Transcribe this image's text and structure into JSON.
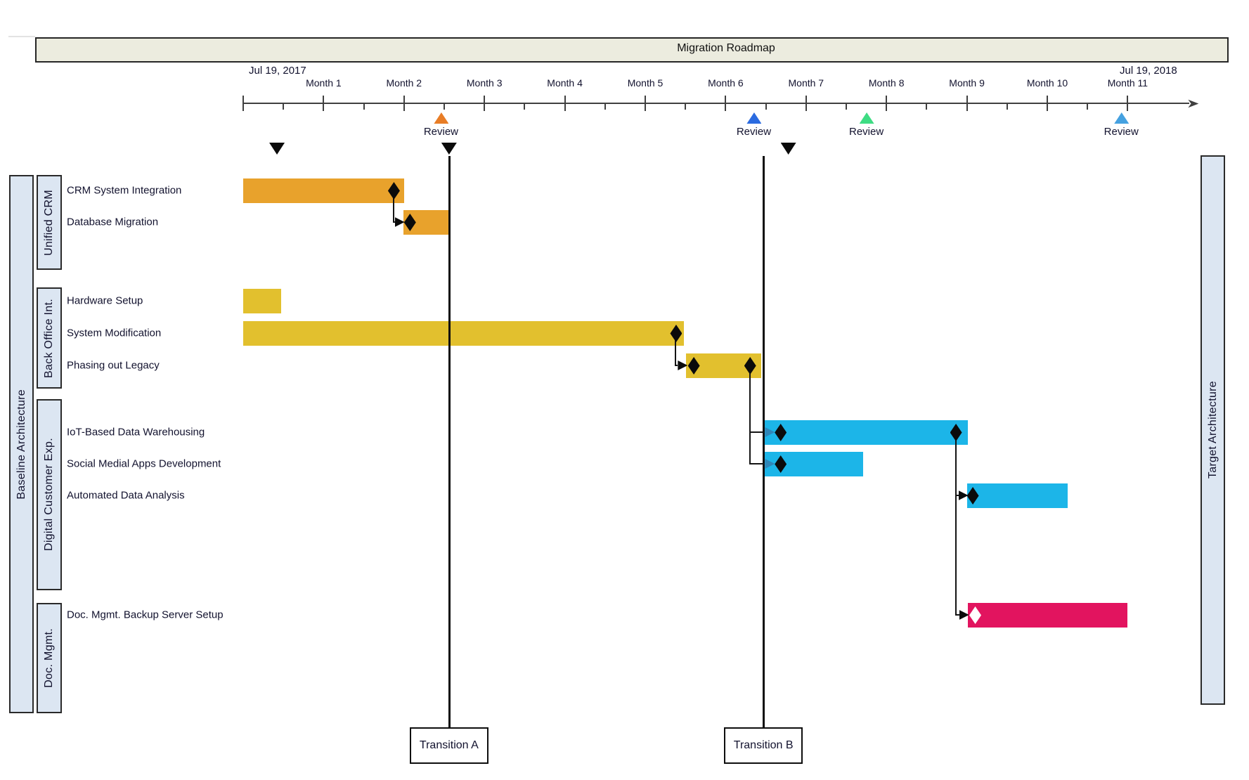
{
  "title": "Migration Roadmap",
  "left_panel_label": "Baseline Architecture",
  "right_panel_label": "Target Architecture",
  "chart_data": {
    "type": "bar",
    "subtype": "gantt-roadmap",
    "time_axis": {
      "start_label": "Jul 19, 2017",
      "end_label": "Jul 19, 2018",
      "unit": "month",
      "range_months": [
        0,
        11
      ],
      "tick_labels": [
        "Month 1",
        "Month 2",
        "Month 3",
        "Month 4",
        "Month 5",
        "Month 6",
        "Month 7",
        "Month 8",
        "Month 9",
        "Month 10",
        "Month 11"
      ],
      "minor_ticks": "half-month"
    },
    "reviews": [
      {
        "label": "Review",
        "month": 2.46,
        "color": "#e87d26"
      },
      {
        "label": "Review",
        "month": 6.35,
        "color": "#2b6be0"
      },
      {
        "label": "Review",
        "month": 7.75,
        "color": "#3edc83"
      },
      {
        "label": "Review",
        "month": 10.92,
        "color": "#45a1e0"
      }
    ],
    "event_marker_months": [
      0.42,
      2.56,
      6.78
    ],
    "transitions": [
      {
        "label": "Transition A",
        "month": 2.56
      },
      {
        "label": "Transition B",
        "month": 6.47
      }
    ],
    "groups": [
      {
        "label": "Unified CRM"
      },
      {
        "label": "Back Office Int."
      },
      {
        "label": "Digital Customer Exp."
      },
      {
        "label": "Doc. Mgmt."
      }
    ],
    "tasks": [
      {
        "name": "CRM System Integration",
        "group": "Unified CRM",
        "start_month": 0.0,
        "end_month": 2.0,
        "color": "#e8a22c",
        "milestones": [
          {
            "month": 1.87,
            "color": "#0b0b0b"
          }
        ]
      },
      {
        "name": "Database Migration",
        "group": "Unified CRM",
        "start_month": 1.99,
        "end_month": 2.55,
        "color": "#e8a22c",
        "milestones": [
          {
            "month": 2.07,
            "color": "#0b0b0b"
          }
        ]
      },
      {
        "name": "Hardware Setup",
        "group": "Back Office Int.",
        "start_month": 0.0,
        "end_month": 0.47,
        "color": "#e2c02e",
        "milestones": []
      },
      {
        "name": "System Modification",
        "group": "Back Office Int.",
        "start_month": 0.0,
        "end_month": 5.48,
        "color": "#e2c02e",
        "milestones": [
          {
            "month": 5.38,
            "color": "#0b0b0b"
          }
        ]
      },
      {
        "name": "Phasing out Legacy",
        "group": "Back Office Int.",
        "start_month": 5.51,
        "end_month": 6.44,
        "color": "#e2c02e",
        "milestones": [
          {
            "month": 5.6,
            "color": "#0b0b0b"
          },
          {
            "month": 6.3,
            "color": "#0b0b0b"
          }
        ]
      },
      {
        "name": "IoT-Based Data Warehousing",
        "group": "Digital Customer Exp.",
        "start_month": 6.49,
        "end_month": 9.01,
        "color": "#1cb5e8",
        "milestones": [
          {
            "month": 6.68,
            "color": "#0b0b0b"
          },
          {
            "month": 8.86,
            "color": "#0b0b0b"
          }
        ]
      },
      {
        "name": "Social Medial Apps Development",
        "group": "Digital Customer Exp.",
        "start_month": 6.49,
        "end_month": 7.71,
        "color": "#1cb5e8",
        "milestones": [
          {
            "month": 6.68,
            "color": "#0b0b0b"
          }
        ]
      },
      {
        "name": "Automated Data Analysis",
        "group": "Digital Customer Exp.",
        "start_month": 9.0,
        "end_month": 10.25,
        "color": "#1cb5e8",
        "milestones": [
          {
            "month": 9.07,
            "color": "#0b0b0b"
          }
        ]
      },
      {
        "name": "Doc. Mgmt. Backup Server Setup",
        "group": "Doc. Mgmt.",
        "start_month": 9.01,
        "end_month": 11.0,
        "color": "#e2145f",
        "milestones": [
          {
            "month": 9.1,
            "color": "#ffffff"
          }
        ]
      }
    ],
    "dependencies": [
      {
        "from_task": 0,
        "from_month": 1.87,
        "to_task": 1,
        "to_month": 1.99,
        "arrow_color": "#0b0b0b",
        "arrow_inset": false
      },
      {
        "from_task": 3,
        "from_month": 5.38,
        "to_task": 4,
        "to_month": 5.51,
        "arrow_color": "#0b0b0b",
        "arrow_inset": false
      },
      {
        "from_task": 4,
        "from_month": 6.3,
        "to_task": 5,
        "to_month": 6.49,
        "arrow_color": "#2f86b8",
        "arrow_inset": true
      },
      {
        "from_task": 4,
        "from_month": 6.3,
        "to_task": 6,
        "to_month": 6.49,
        "arrow_color": "#2f86b8",
        "arrow_inset": true
      },
      {
        "from_task": 5,
        "from_month": 8.86,
        "to_task": 7,
        "to_month": 9.0,
        "arrow_color": "#0b0b0b",
        "arrow_inset": false
      },
      {
        "from_task": 5,
        "from_month": 8.86,
        "to_task": 8,
        "to_month": 9.01,
        "arrow_color": "#0b0b0b",
        "arrow_inset": false
      }
    ]
  }
}
